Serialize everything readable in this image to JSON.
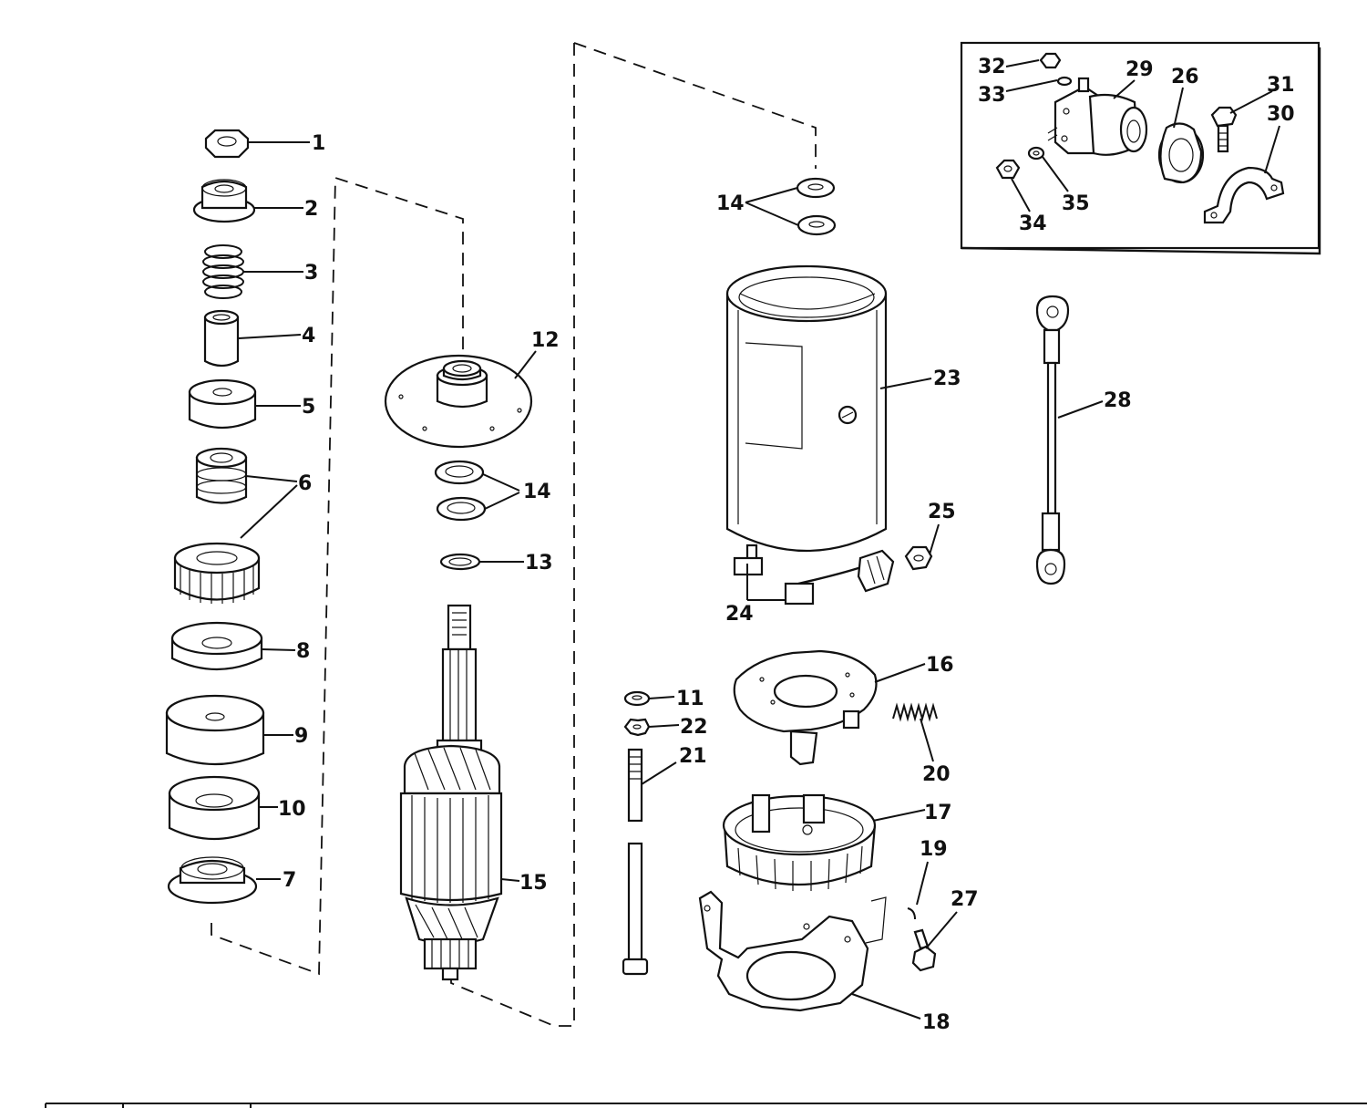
{
  "labels": {
    "l1": "1",
    "l2": "2",
    "l3": "3",
    "l4": "4",
    "l5": "5",
    "l6": "6",
    "l7": "7",
    "l8": "8",
    "l9": "9",
    "l10": "10",
    "l11": "11",
    "l12": "12",
    "l13": "13",
    "l14a": "14",
    "l14b": "14",
    "l15": "15",
    "l16": "16",
    "l17": "17",
    "l18": "18",
    "l19": "19",
    "l20": "20",
    "l21": "21",
    "l22": "22",
    "l23": "23",
    "l24": "24",
    "l25": "25",
    "l26": "26",
    "l27": "27",
    "l28": "28",
    "l29": "29",
    "l30": "30",
    "l31": "31",
    "l32": "32",
    "l33": "33",
    "l34": "34",
    "l35": "35"
  }
}
